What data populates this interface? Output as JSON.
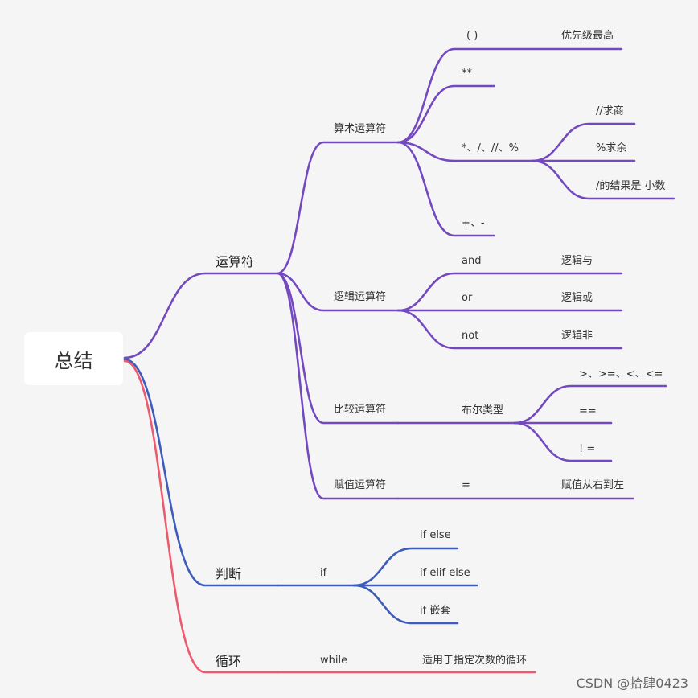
{
  "colors": {
    "operators": "#7448bf",
    "branching": "#3e5cba",
    "loops": "#ec5a6e"
  },
  "root": {
    "label": "总结"
  },
  "operators": {
    "label": "运算符",
    "arithmetic": {
      "label": "算术运算符",
      "paren": "( )",
      "paren_note": "优先级最高",
      "power": "**",
      "muldiv": "*、/、//、%",
      "floordiv": "//求商",
      "modulo": "%求余",
      "division": "/的结果是 小数",
      "addsub": "+、-"
    },
    "logical": {
      "label": "逻辑运算符",
      "and": "and",
      "and_note": "逻辑与",
      "or": "or",
      "or_note": "逻辑或",
      "not": "not",
      "not_note": "逻辑非"
    },
    "comparison": {
      "label": "比较运算符",
      "type": "布尔类型",
      "relational": ">、>=、<、<=",
      "equal": "==",
      "notequal": "! ="
    },
    "assignment": {
      "label": "赋值运算符",
      "symbol": "=",
      "note": "赋值从右到左"
    }
  },
  "branching": {
    "label": "判断",
    "keyword": "if",
    "if_else": "if else",
    "if_elif_else": "if elif else",
    "nested": "if 嵌套"
  },
  "loops": {
    "label": "循环",
    "keyword": "while",
    "note": "适用于指定次数的循环"
  },
  "watermark": "CSDN @拾肆0423"
}
